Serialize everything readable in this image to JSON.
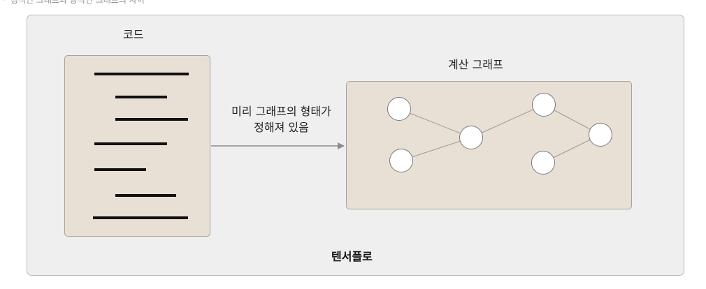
{
  "caption": "ㆍ 정적인 그래프와 동적인 그래프의 차이",
  "code_box": {
    "label": "코드",
    "line_count": 7
  },
  "arrow": {
    "label_line1": "미리 그래프의 형태가",
    "label_line2": "정해져 있음"
  },
  "graph_box": {
    "label": "계산 그래프",
    "node_count": 6,
    "edge_count": 5
  },
  "framework": {
    "label": "텐서플로"
  },
  "colors": {
    "outer_bg": "#efefef",
    "box_fill": "#e8e0d4",
    "node_fill": "#ffffff",
    "edge": "#9a9a9a"
  }
}
